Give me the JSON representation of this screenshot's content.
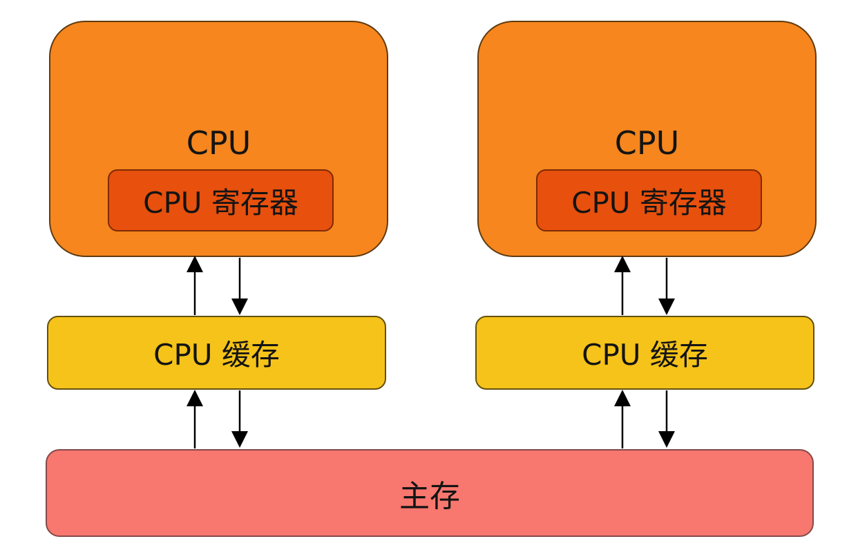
{
  "diagram": {
    "title": "CPU cache hierarchy diagram",
    "background_color": "#ffffff",
    "text_color": "#141414",
    "colors": {
      "cpu_fill": "#f6861d",
      "cpu_border": "#5f3a10",
      "register_fill": "#e7500d",
      "register_border": "#7e2a05",
      "cache_fill": "#f5c319",
      "cache_border": "#63500e",
      "memory_fill": "#f8776e",
      "memory_border": "#84494a",
      "arrow": "#000000"
    },
    "nodes": {
      "cpu_left": {
        "label": "CPU"
      },
      "cpu_right": {
        "label": "CPU"
      },
      "register_left": {
        "label": "CPU 寄存器"
      },
      "register_right": {
        "label": "CPU 寄存器"
      },
      "cache_left": {
        "label": "CPU 缓存"
      },
      "cache_right": {
        "label": "CPU 缓存"
      },
      "memory": {
        "label": "主存"
      }
    },
    "connections": [
      {
        "from": "cache_left",
        "to": "cpu_left",
        "direction": "up"
      },
      {
        "from": "cpu_left",
        "to": "cache_left",
        "direction": "down"
      },
      {
        "from": "memory",
        "to": "cache_left",
        "direction": "up"
      },
      {
        "from": "cache_left",
        "to": "memory",
        "direction": "down"
      },
      {
        "from": "cache_right",
        "to": "cpu_right",
        "direction": "up"
      },
      {
        "from": "cpu_right",
        "to": "cache_right",
        "direction": "down"
      },
      {
        "from": "memory",
        "to": "cache_right",
        "direction": "up"
      },
      {
        "from": "cache_right",
        "to": "memory",
        "direction": "down"
      }
    ]
  }
}
